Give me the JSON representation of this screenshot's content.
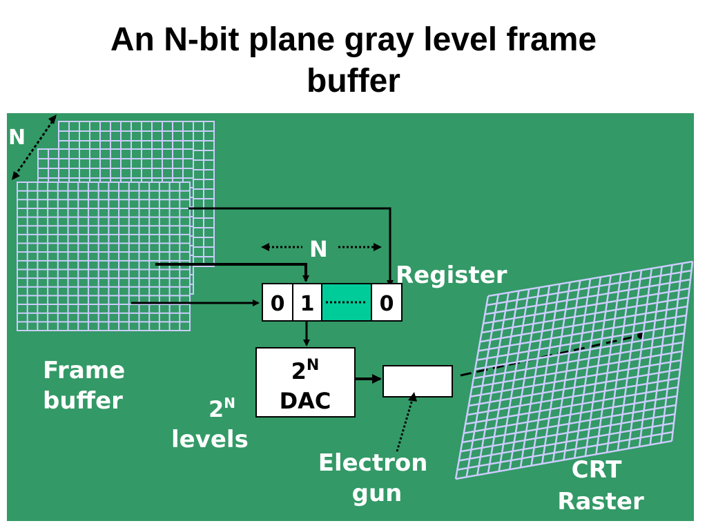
{
  "slide": {
    "title_line1": "An N-bit plane gray level frame",
    "title_line2": "buffer"
  },
  "diagram": {
    "background_color": "#339966",
    "grid_color": "#ccccff",
    "register_fill_color": "#00cc99",
    "labels": {
      "depth_n": "N",
      "register_width_n": "N",
      "register": "Register",
      "register_bit_0_left": "0",
      "register_bit_1": "1",
      "register_bit_0_right": "0",
      "dac_base": "2",
      "dac_exp": "N",
      "dac_word": "DAC",
      "frame_buffer_line1": "Frame",
      "frame_buffer_line2": "buffer",
      "levels_base": "2",
      "levels_exp": "N",
      "levels_word": "levels",
      "electron_gun_line1": "Electron",
      "electron_gun_line2": "gun",
      "crt_line1": "CRT",
      "crt_line2": "Raster"
    }
  }
}
